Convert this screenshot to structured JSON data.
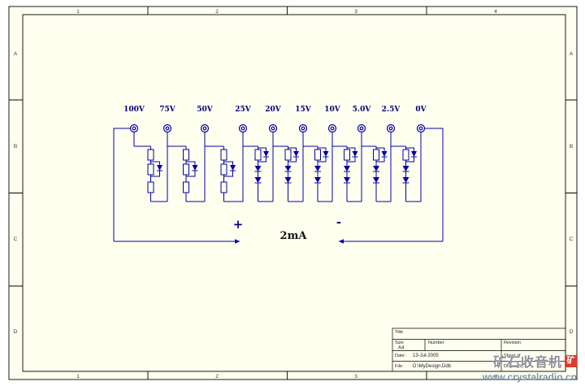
{
  "sheet": {
    "background": "#FFFFF0",
    "line_color": "#000000",
    "zones_top": [
      "1",
      "2",
      "3",
      "4"
    ],
    "zones_bottom": [
      "1",
      "2",
      "3",
      "4"
    ],
    "zones_left": [
      "A",
      "B",
      "C",
      "D"
    ],
    "zones_right": [
      "A",
      "B",
      "C",
      "D"
    ]
  },
  "schematic": {
    "wire_color": "#0000A8",
    "label_color": "#000080",
    "terminal_labels": [
      "100V",
      "75V",
      "50V",
      "25V",
      "20V",
      "15V",
      "10V",
      "5.0V",
      "2.5V",
      "0V"
    ],
    "plus_label": "+",
    "minus_label": "-",
    "meter_label": "2mA"
  },
  "title_block": {
    "title_label": "Title",
    "size_label": "Size",
    "size_value": "A4",
    "number_label": "Number",
    "revision_label": "Revision",
    "date_label": "Date:",
    "date_value": "13-Jul-2005",
    "file_label": "File:",
    "file_value": "D:\\MyDesign.Ddb",
    "sheet_label": "Sheet of",
    "drawn_label": "Drawn By:"
  },
  "watermark": {
    "name": "矿石收音机",
    "logo_char": "矿",
    "url": "www.crystalradio.cn",
    "red": "#e23a2e",
    "gray": "#8b8f99"
  }
}
